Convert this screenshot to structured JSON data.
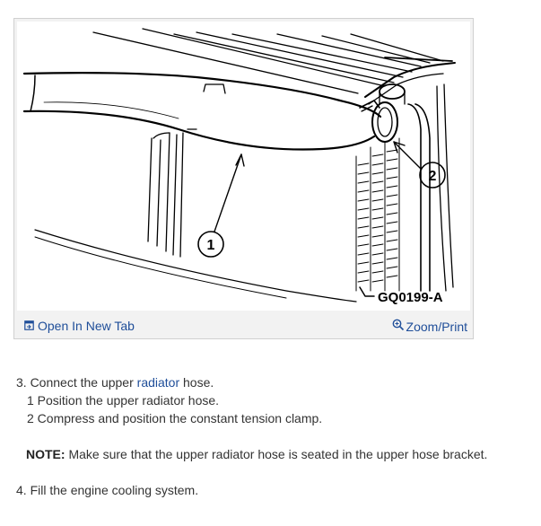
{
  "figure": {
    "code_label": "GQ0199-A",
    "callout_1": "1",
    "callout_2": "2",
    "open_tab_label": "Open In New Tab",
    "zoom_label": "Zoom/Print"
  },
  "steps": {
    "step3_prefix": "3. Connect the upper ",
    "step3_link": "radiator",
    "step3_suffix": " hose.",
    "sub1": "1  Position the upper radiator hose.",
    "sub2": "2  Compress and position the constant tension clamp.",
    "note_label": "NOTE:",
    "note_text": " Make sure that the upper radiator hose is seated in the upper hose bracket.",
    "step4": "4. Fill the engine cooling system."
  },
  "colors": {
    "link": "#1f4e99",
    "text": "#333333"
  }
}
